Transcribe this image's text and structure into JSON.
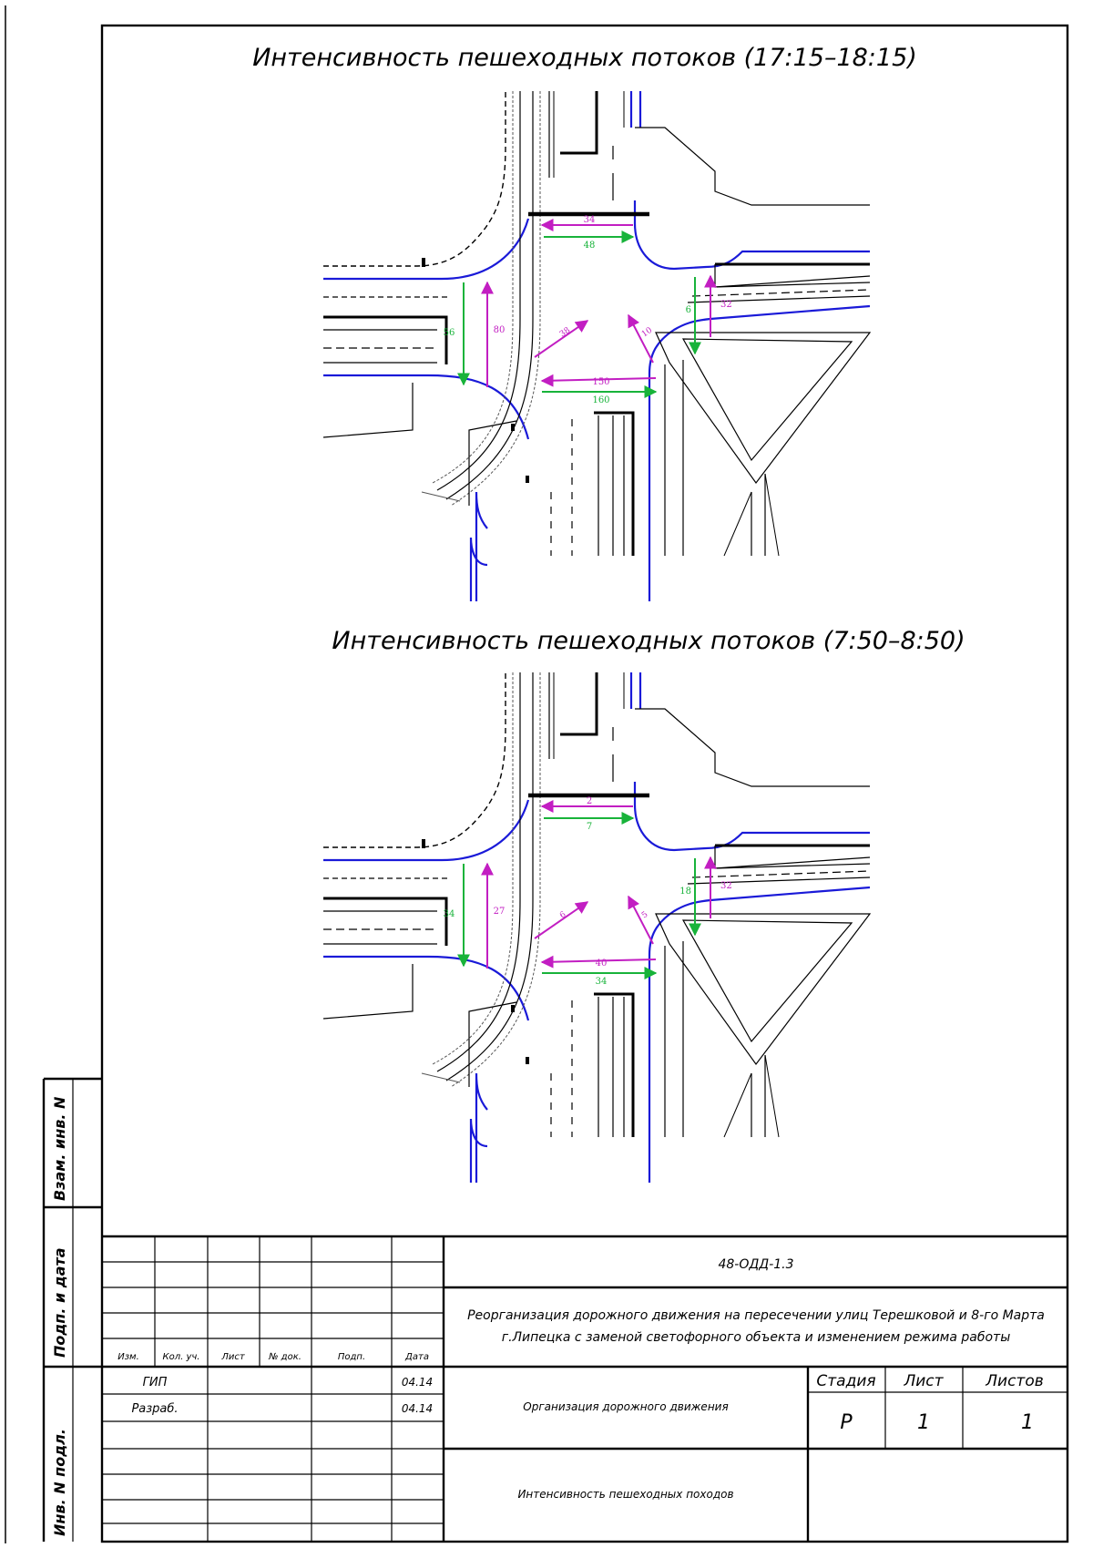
{
  "drawing": {
    "pm_title": "Интенсивность пешеходных потоков (17:15–18:15)",
    "am_title": "Интенсивность пешеходных потоков (7:50–8:50)",
    "colors": {
      "road": "#1a1ad8",
      "green": "#18b33a",
      "magenta": "#c21ec2"
    }
  },
  "pm_flows": {
    "north_w": "34",
    "north_e": "48",
    "west_s": "56",
    "west_n": "80",
    "east_s": "6",
    "east_n": "32",
    "south_w": "150",
    "south_e": "160",
    "diag_sw": "38",
    "diag_se": "10"
  },
  "am_flows": {
    "north_w": "2",
    "north_e": "7",
    "west_s": "34",
    "west_n": "27",
    "east_s": "18",
    "east_n": "32",
    "south_w": "40",
    "south_e": "34",
    "diag_sw": "6",
    "diag_se": "5"
  },
  "side": {
    "vzam": "Взам. инв. N",
    "podp": "Подп. и дата",
    "inv": "Инв. N подл."
  },
  "stamp": {
    "doc_code": "48-ОДД-1.3",
    "project_title_1": "Реорганизация дорожного движения на пересечении улиц Терешковой и 8-го Марта",
    "project_title_2": "г.Липецка с заменой светофорного объекта и изменением режима работы",
    "col_izm": "Изм.",
    "col_kol": "Кол. уч.",
    "col_list": "Лист",
    "col_ndok": "№ док.",
    "col_podp": "Подп.",
    "col_data": "Дата",
    "gip": "ГИП",
    "gip_date": "04.14",
    "razrab": "Разраб.",
    "razrab_date": "04.14",
    "section": "Организация дорожного движения",
    "sheet_name": "Интенсивность пешеходных походов",
    "stage_label": "Стадия",
    "sheet_label": "Лист",
    "sheets_label": "Листов",
    "stage_value": "Р",
    "sheet_value": "1",
    "sheets_value": "1"
  }
}
